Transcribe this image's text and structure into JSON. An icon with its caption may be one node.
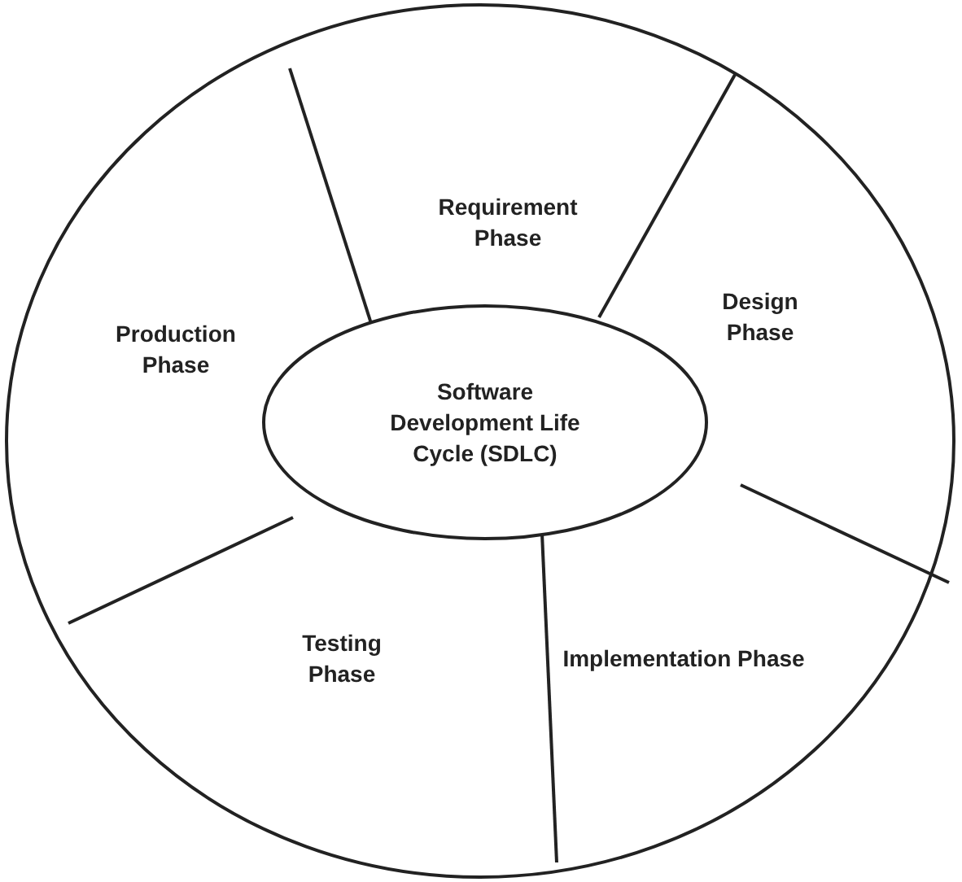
{
  "diagram": {
    "nodes": [
      {
        "text": [],
        "shape": "circle"
      },
      {
        "text": [
          "Software Development Life Cycle (SDLC)"
        ],
        "in": 0
      },
      {
        "text": [
          "Requirement Phase"
        ],
        "in": 0
      },
      {
        "text": [
          "Design Phase"
        ],
        "in": 0
      },
      {
        "text": [
          "Implementation Phase"
        ],
        "in": 0
      },
      {
        "text": [
          "Testing Phase"
        ],
        "in": 0
      },
      {
        "text": [
          "Production Phase"
        ],
        "in": 0
      }
    ]
  }
}
